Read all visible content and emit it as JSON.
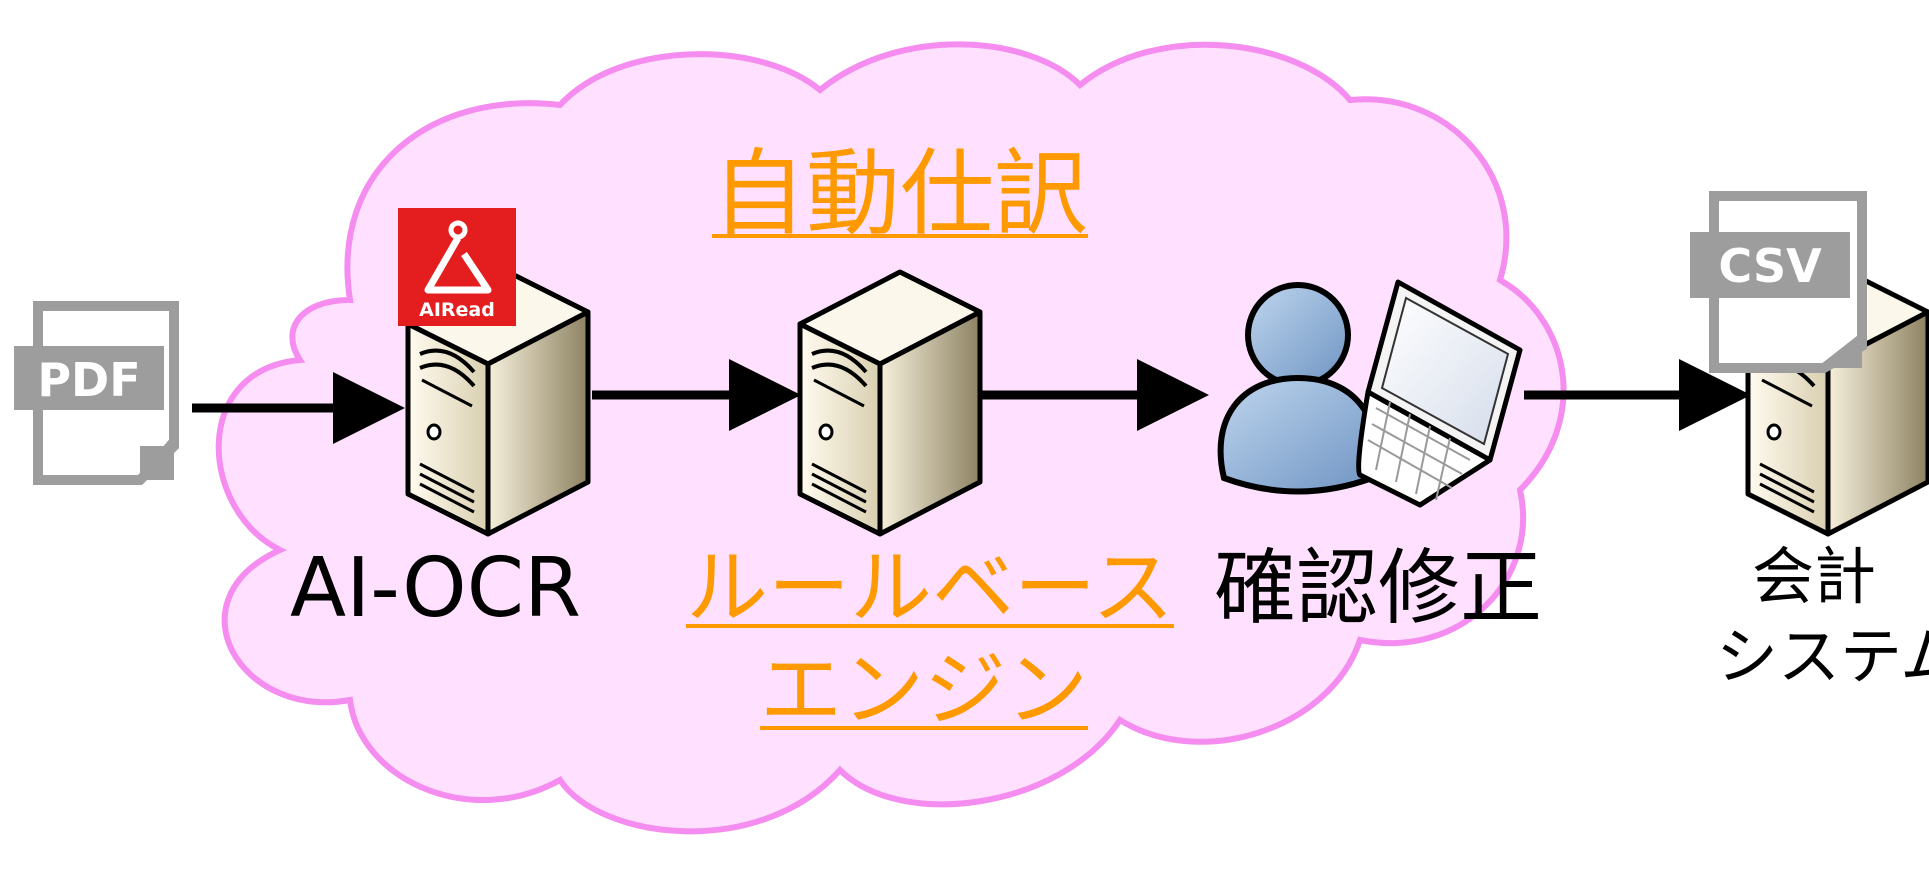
{
  "diagram": {
    "title": "自動仕訳",
    "input_file": "PDF",
    "output_file": "CSV",
    "logo": "AIRead",
    "nodes": {
      "ocr": "AI-OCR",
      "rule_engine_line1": "ルールベース",
      "rule_engine_line2": "エンジン",
      "review": "確認修正",
      "accounting_line1": "会計",
      "accounting_line2": "システム"
    },
    "colors": {
      "cloud_fill": "#FFE1FF",
      "cloud_stroke": "#F58CF0",
      "highlight_text": "#FF9900",
      "logo_bg": "#E41E1E",
      "arrow": "#000000"
    }
  }
}
